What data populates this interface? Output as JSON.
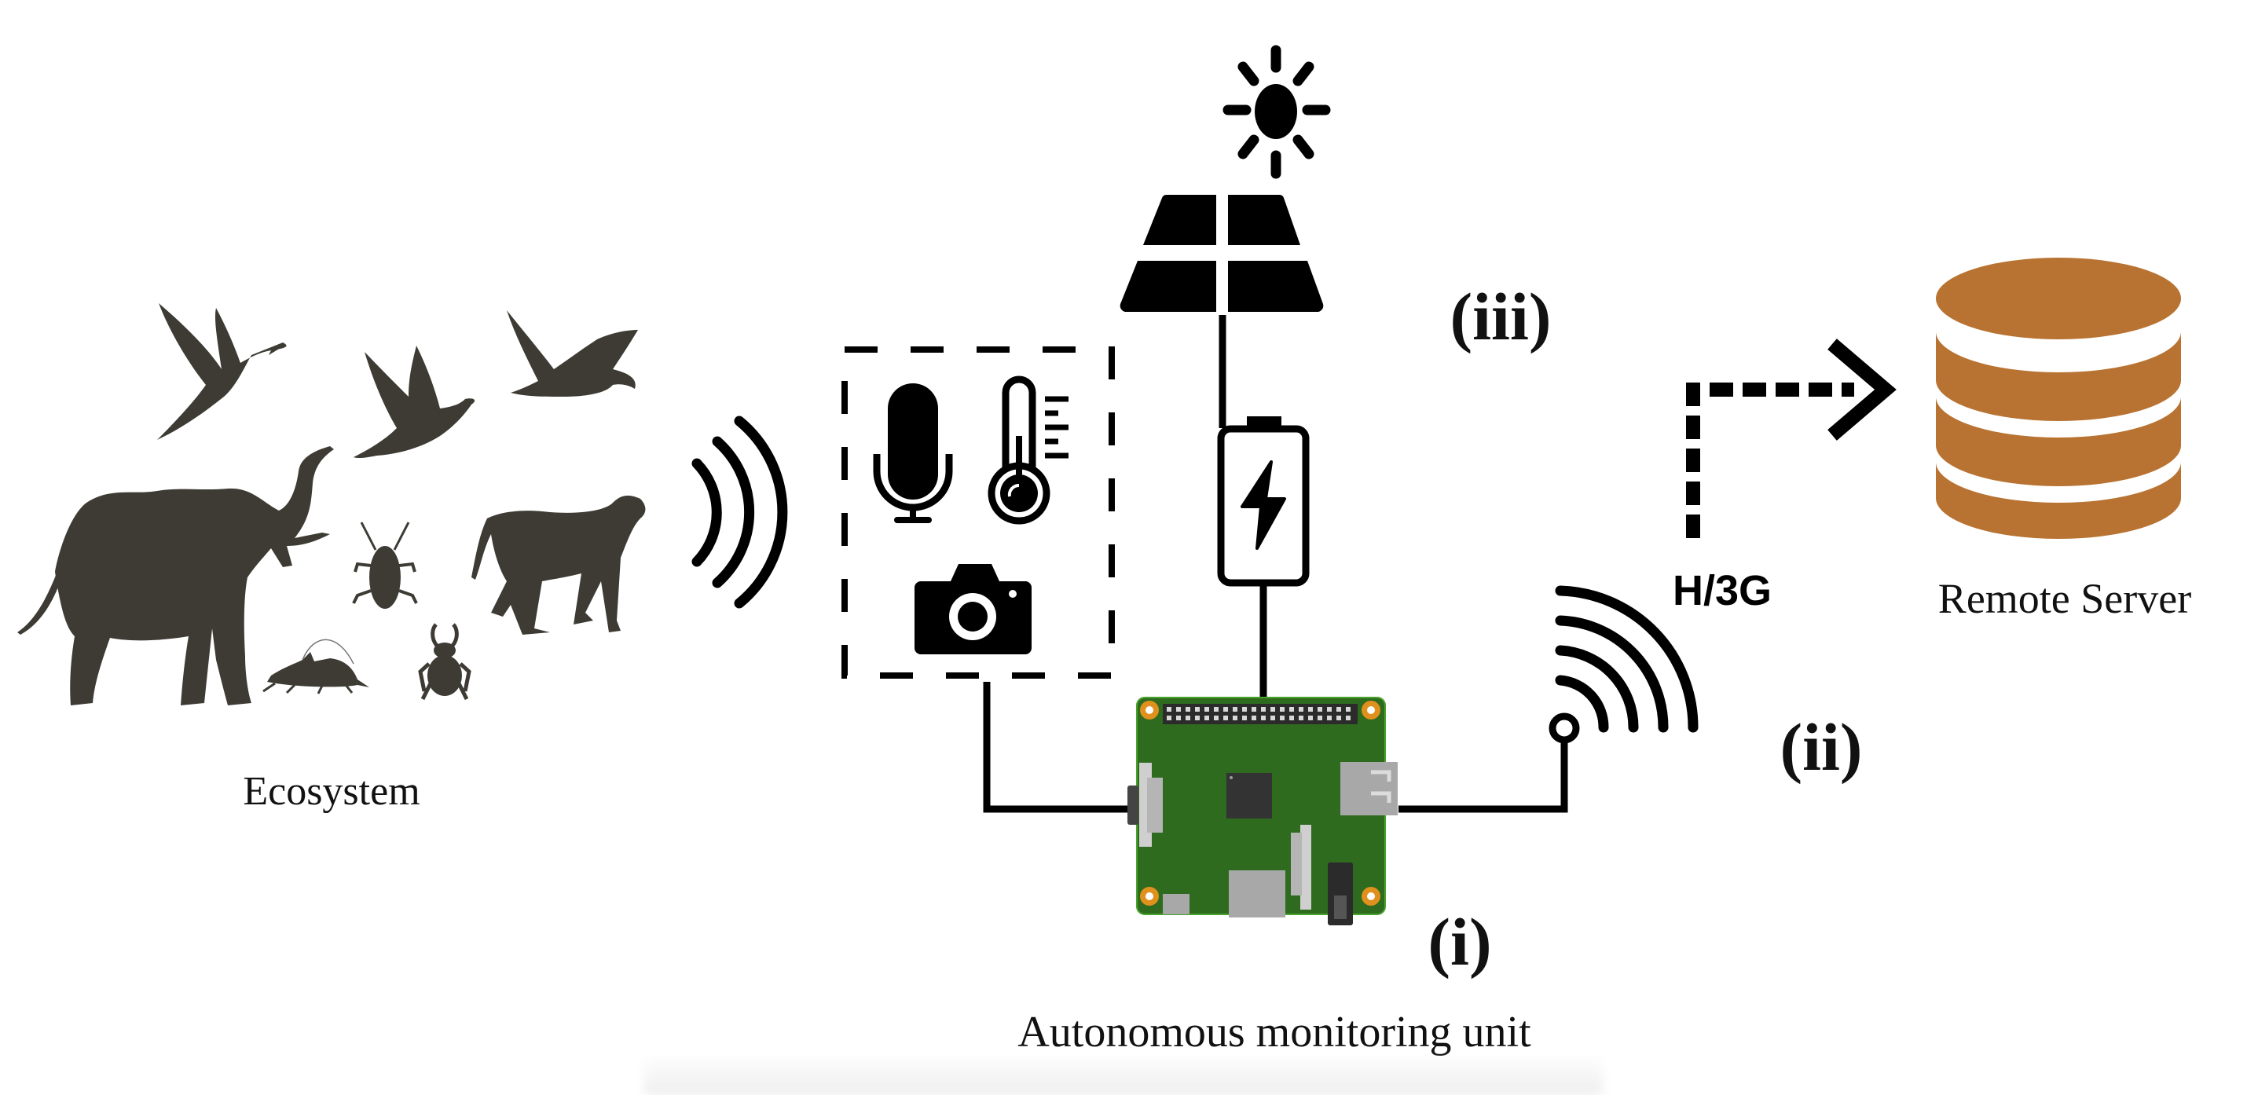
{
  "title": "Autonomous ecosystem monitoring system overview",
  "colors": {
    "silhouette": "#3d3b34",
    "icon": "#000000",
    "server": "#b87332",
    "pcb_green": "#2e6b1f",
    "pcb_pad": "#e0901c",
    "connector_gray": "#a8a8a8"
  },
  "ecosystem": {
    "label": "Ecosystem",
    "animals": [
      "hummingbird",
      "dove",
      "eagle",
      "elephant",
      "cockroach",
      "baboon",
      "cricket",
      "beetle"
    ]
  },
  "sensors": {
    "items": [
      "microphone",
      "thermometer",
      "camera"
    ]
  },
  "power": {
    "label": "(iii)",
    "items": [
      "sun",
      "solar-panel",
      "battery"
    ]
  },
  "unit": {
    "label": "Autonomous monitoring unit",
    "marker": "(i)",
    "board": "single-board computer"
  },
  "comms": {
    "label": "H/3G",
    "marker": "(ii)"
  },
  "server": {
    "label": "Remote Server"
  }
}
